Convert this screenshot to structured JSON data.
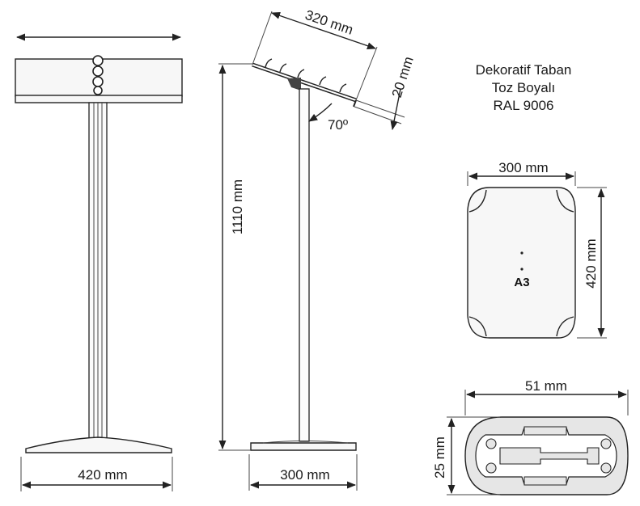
{
  "dimensions": {
    "front_width": "420 mm",
    "base_depth": "300 mm",
    "height": "1110 mm",
    "tray_length": "320 mm",
    "tray_lip": "20 mm",
    "tilt_angle": "70º",
    "plate_width": "300 mm",
    "plate_length": "420 mm",
    "profile_width": "51 mm",
    "profile_height": "25 mm"
  },
  "note": {
    "line1": "Dekoratif Taban",
    "line2": "Toz Boyalı",
    "line3": "RAL 9006"
  },
  "plate_mark": "A3"
}
